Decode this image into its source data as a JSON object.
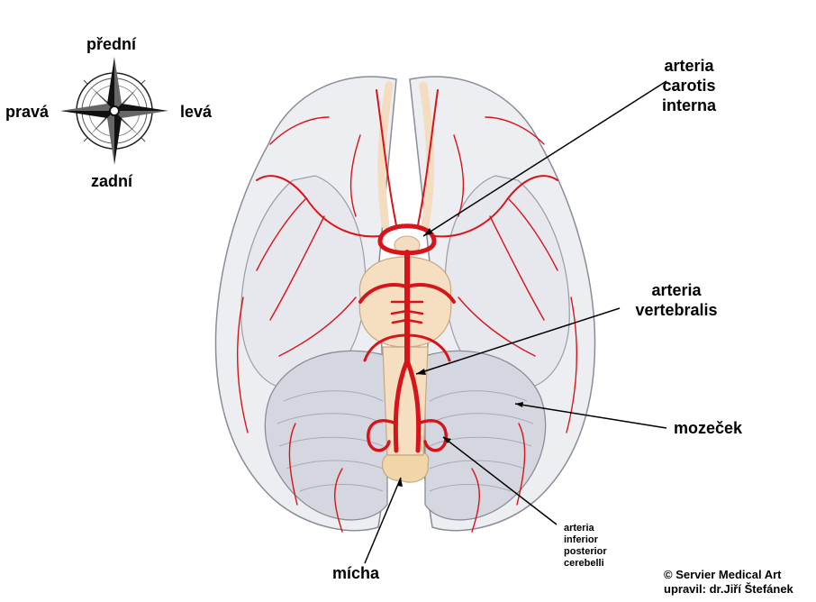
{
  "compass": {
    "front": "přední",
    "back": "zadní",
    "right": "pravá",
    "left": "levá"
  },
  "labels": {
    "carotis_line1": "arteria",
    "carotis_line2": "carotis",
    "carotis_line3": "interna",
    "vertebralis_line1": "arteria",
    "vertebralis_line2": "vertebralis",
    "mozecek": "mozeček",
    "micha": "mícha",
    "pica_line1": "arteria",
    "pica_line2": "inferior",
    "pica_line3": "posterior",
    "pica_line4": "cerebelli"
  },
  "credits": {
    "line1": "© Servier Medical Art",
    "line2": "upravil: dr.Jiří Štefánek"
  },
  "colors": {
    "artery": "#d7141a",
    "brain": "#eceef2",
    "cerebellum": "#d5d7e0",
    "nerve": "#f6dfc1",
    "outline": "#8a8d96"
  }
}
